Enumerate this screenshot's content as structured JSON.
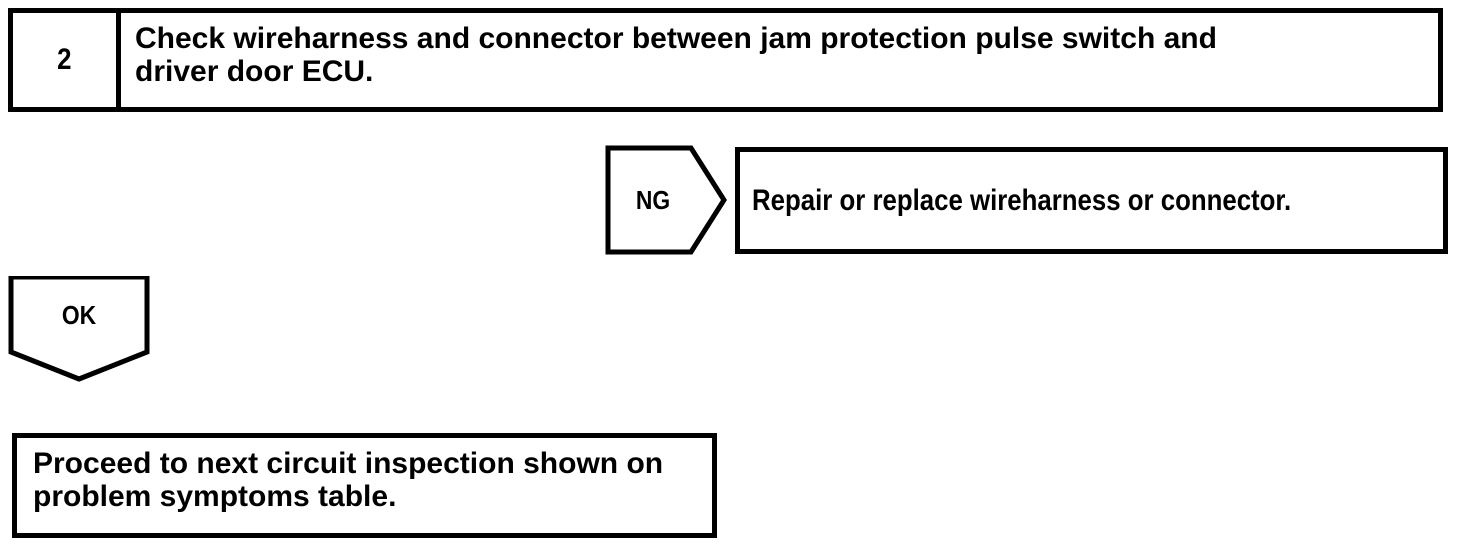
{
  "diagram": {
    "type": "troubleshooting-flowchart",
    "ink_color": "#000000",
    "background_color": "#ffffff",
    "step": {
      "number": "2",
      "instruction": "Check wireharness and connector between jam protection pulse switch and\ndriver door ECU."
    },
    "branches": {
      "ng": {
        "label": "NG",
        "result_text": "Repair or replace wireharness or connector."
      },
      "ok": {
        "label": "OK",
        "result_text": "Proceed to next circuit inspection shown on\nproblem symptoms table."
      }
    }
  }
}
